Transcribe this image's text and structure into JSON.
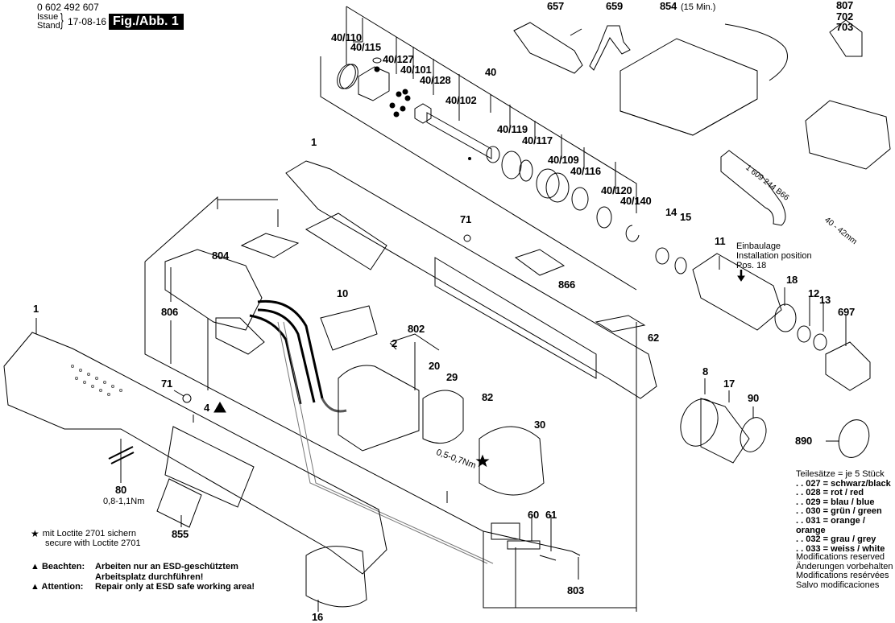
{
  "header": {
    "part_number": "0 602 492 607",
    "issue_label": "Issue",
    "stand_label": "Stand",
    "date": "17-08-16",
    "figure_label": "Fig./Abb. 1"
  },
  "part_labels": {
    "p40_110": "40/110",
    "p40_115": "40/115",
    "p40_127": "40/127",
    "p40_101": "40/101",
    "p40_128": "40/128",
    "p40_102": "40/102",
    "p40": "40",
    "p40_119": "40/119",
    "p40_117": "40/117",
    "p40_109": "40/109",
    "p40_116": "40/116",
    "p40_120": "40/120",
    "p40_140": "40/140",
    "p657": "657",
    "p659": "659",
    "p854": "854",
    "p854_note": "(15 Min.)",
    "p807": "807",
    "p702": "702",
    "p703": "703",
    "p1_top": "1",
    "p1_left": "1",
    "p71_top": "71",
    "p71_left": "71",
    "p804": "804",
    "p806": "806",
    "p4": "4",
    "p10": "10",
    "p802": "802",
    "p2": "2",
    "p20": "20",
    "p29": "29",
    "p82": "82",
    "p30": "30",
    "p866": "866",
    "p62": "62",
    "p14": "14",
    "p15": "15",
    "p11": "11",
    "p18": "18",
    "p12": "12",
    "p13": "13",
    "p697": "697",
    "p8": "8",
    "p17": "17",
    "p90": "90",
    "p890": "890",
    "p80": "80",
    "p855": "855",
    "p16": "16",
    "p60": "60",
    "p61": "61",
    "p803": "803"
  },
  "annotations": {
    "torque_80": "0,8-1,1Nm",
    "torque_82": "0,5-0,7Nm",
    "wrench_code": "1 609 244 B66",
    "wrench_size": "40 - 42mm",
    "install_de": "Einbaulage",
    "install_en": "Installation position",
    "install_pos": "Pos. 18"
  },
  "notes": {
    "star_symbol": "★",
    "loctite_de": "mit Loctite 2701 sichern",
    "loctite_en": "secure with Loctite 2701",
    "triangle_symbol": "▲",
    "beachten_key": "Beachten:",
    "beachten_line1": "Arbeiten nur an ESD-geschütztem",
    "beachten_line2": "Arbeitsplatz durchführen!",
    "attention_key": "Attention:",
    "attention_text": "Repair only at ESD safe working area!"
  },
  "part_sets": {
    "title": "Teilesätze = je 5 Stück",
    "items": [
      ". . 027 = schwarz/black",
      ". . 028 = rot / red",
      ". . 029 = blau / blue",
      ". . 030 = grün / green",
      ". . 031 = orange / orange",
      ". . 032 = grau / grey",
      ". . 033 = weiss / white"
    ]
  },
  "modifications": [
    "Modifications reserved",
    "Änderungen vorbehalten",
    "Modifications resérvées",
    "Salvo modificaciones"
  ]
}
